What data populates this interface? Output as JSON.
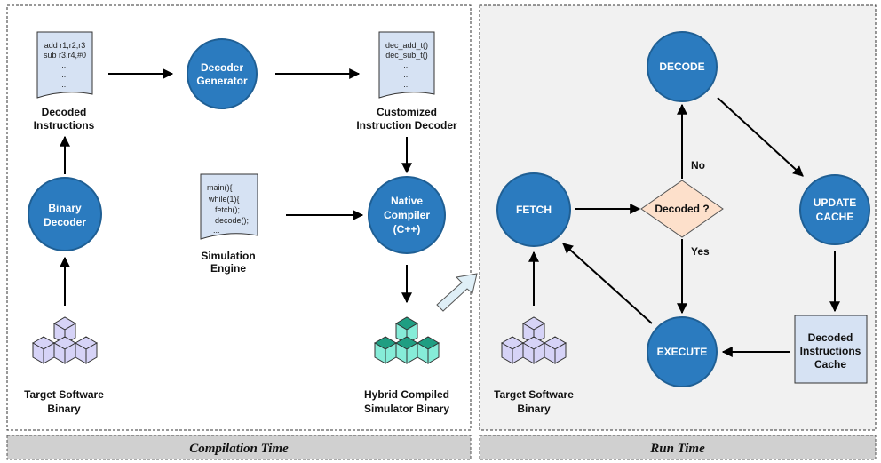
{
  "compile": {
    "decoded_instructions_label": [
      "Decoded",
      "Instructions"
    ],
    "decoded_instructions_code": [
      "add r1,r2,r3",
      "sub r3,r4,#0",
      "...",
      "...",
      "..."
    ],
    "decoder_generator_label": [
      "Decoder",
      "Generator"
    ],
    "customized_decoder_code": [
      "dec_add_t()",
      "dec_sub_t()",
      "...",
      "...",
      "..."
    ],
    "customized_decoder_label": [
      "Customized",
      "Instruction Decoder"
    ],
    "binary_decoder_label": [
      "Binary",
      "Decoder"
    ],
    "simulation_engine_code": [
      "main(){",
      "while(1){",
      "fetch();",
      "decode();",
      "..."
    ],
    "simulation_engine_label": [
      "Simulation",
      "Engine"
    ],
    "native_compiler_label": [
      "Native",
      "Compiler",
      "(C++)"
    ],
    "target_binary_label": [
      "Target Software",
      "Binary"
    ],
    "hybrid_binary_label": [
      "Hybrid Compiled",
      "Simulator Binary"
    ]
  },
  "runtime": {
    "decode_label": "DECODE",
    "fetch_label": "FETCH",
    "decision_label": "Decoded ?",
    "no_label": "No",
    "yes_label": "Yes",
    "update_cache_label": [
      "UPDATE",
      "CACHE"
    ],
    "execute_label": "EXECUTE",
    "cache_label": [
      "Decoded",
      "Instructions",
      "Cache"
    ],
    "target_binary_label": [
      "Target Software",
      "Binary"
    ]
  },
  "footer": {
    "left": "Compilation Time",
    "right": "Run Time"
  },
  "colors": {
    "node_fill": "#2b7bbf",
    "node_stroke": "#1f5f94",
    "doc_fill": "#d6e2f3",
    "cube_fill": "#d6d3f7",
    "hybrid_cube_fill": "#86ecd8",
    "hybrid_cube_top": "#1f9e82",
    "decision_fill": "#fde0cb",
    "cache_fill": "#d6e2f3",
    "runtime_bg": "#f1f1f1",
    "footer_bg": "#d0d0d0"
  }
}
